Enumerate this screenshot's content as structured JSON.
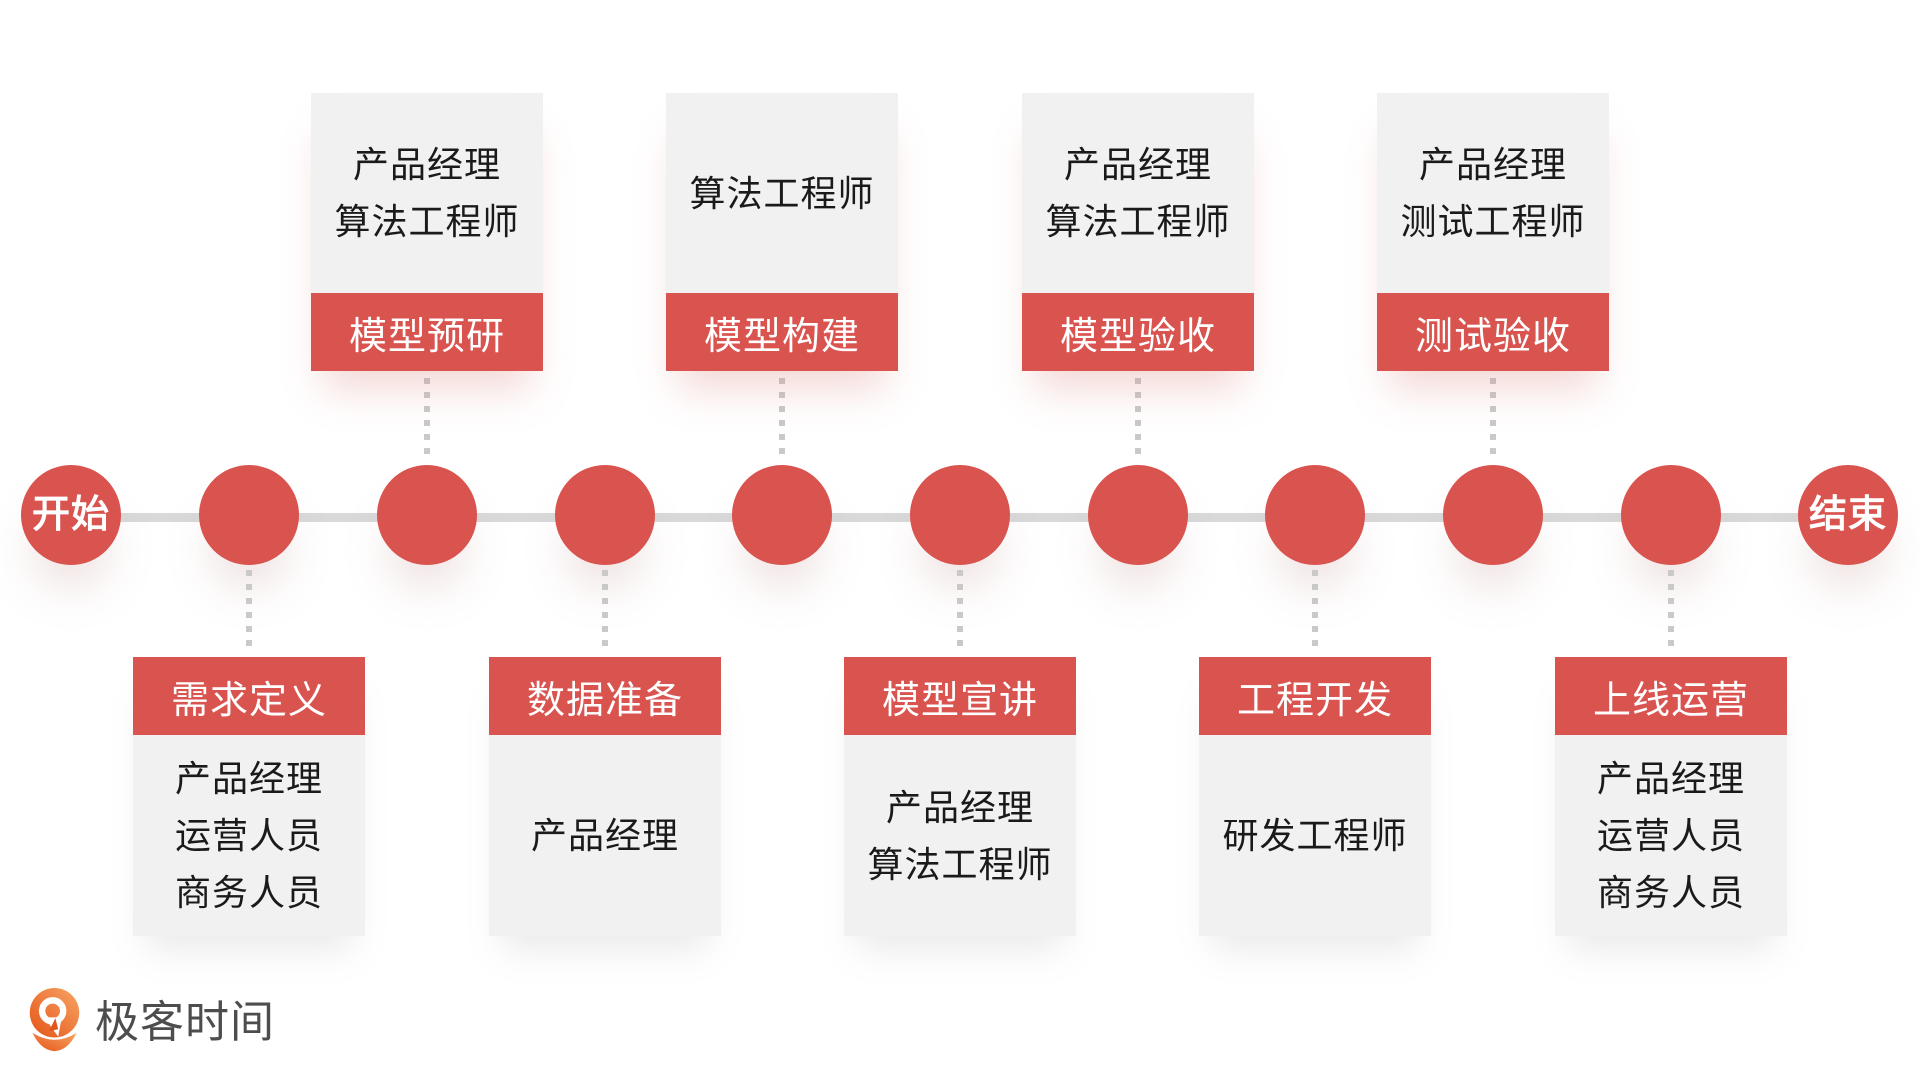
{
  "timeline": {
    "start_label": "开始",
    "end_label": "结束"
  },
  "stages": [
    {
      "label": "需求定义",
      "position": "bottom",
      "roles": [
        "产品经理",
        "运营人员",
        "商务人员"
      ]
    },
    {
      "label": "模型预研",
      "position": "top",
      "roles": [
        "产品经理",
        "算法工程师"
      ]
    },
    {
      "label": "数据准备",
      "position": "bottom",
      "roles": [
        "产品经理"
      ]
    },
    {
      "label": "模型构建",
      "position": "top",
      "roles": [
        "算法工程师"
      ]
    },
    {
      "label": "模型宣讲",
      "position": "bottom",
      "roles": [
        "产品经理",
        "算法工程师"
      ]
    },
    {
      "label": "模型验收",
      "position": "top",
      "roles": [
        "产品经理",
        "算法工程师"
      ]
    },
    {
      "label": "工程开发",
      "position": "bottom",
      "roles": [
        "研发工程师"
      ]
    },
    {
      "label": "测试验收",
      "position": "top",
      "roles": [
        "产品经理",
        "测试工程师"
      ]
    },
    {
      "label": "上线运营",
      "position": "bottom",
      "roles": [
        "产品经理",
        "运营人员",
        "商务人员"
      ]
    }
  ],
  "footer": {
    "logo_text": "极客时间",
    "logo_icon": "geektime-logo"
  },
  "colors": {
    "accent_red": "#D9534F",
    "box_gray": "#F2F1F1",
    "line_gray": "#D9D9D9",
    "dot_gray": "#C9C9C9",
    "text_dark": "#1A1A1A",
    "logo_orange": "#E8601E",
    "logo_text_gray": "#4D4D4D"
  }
}
